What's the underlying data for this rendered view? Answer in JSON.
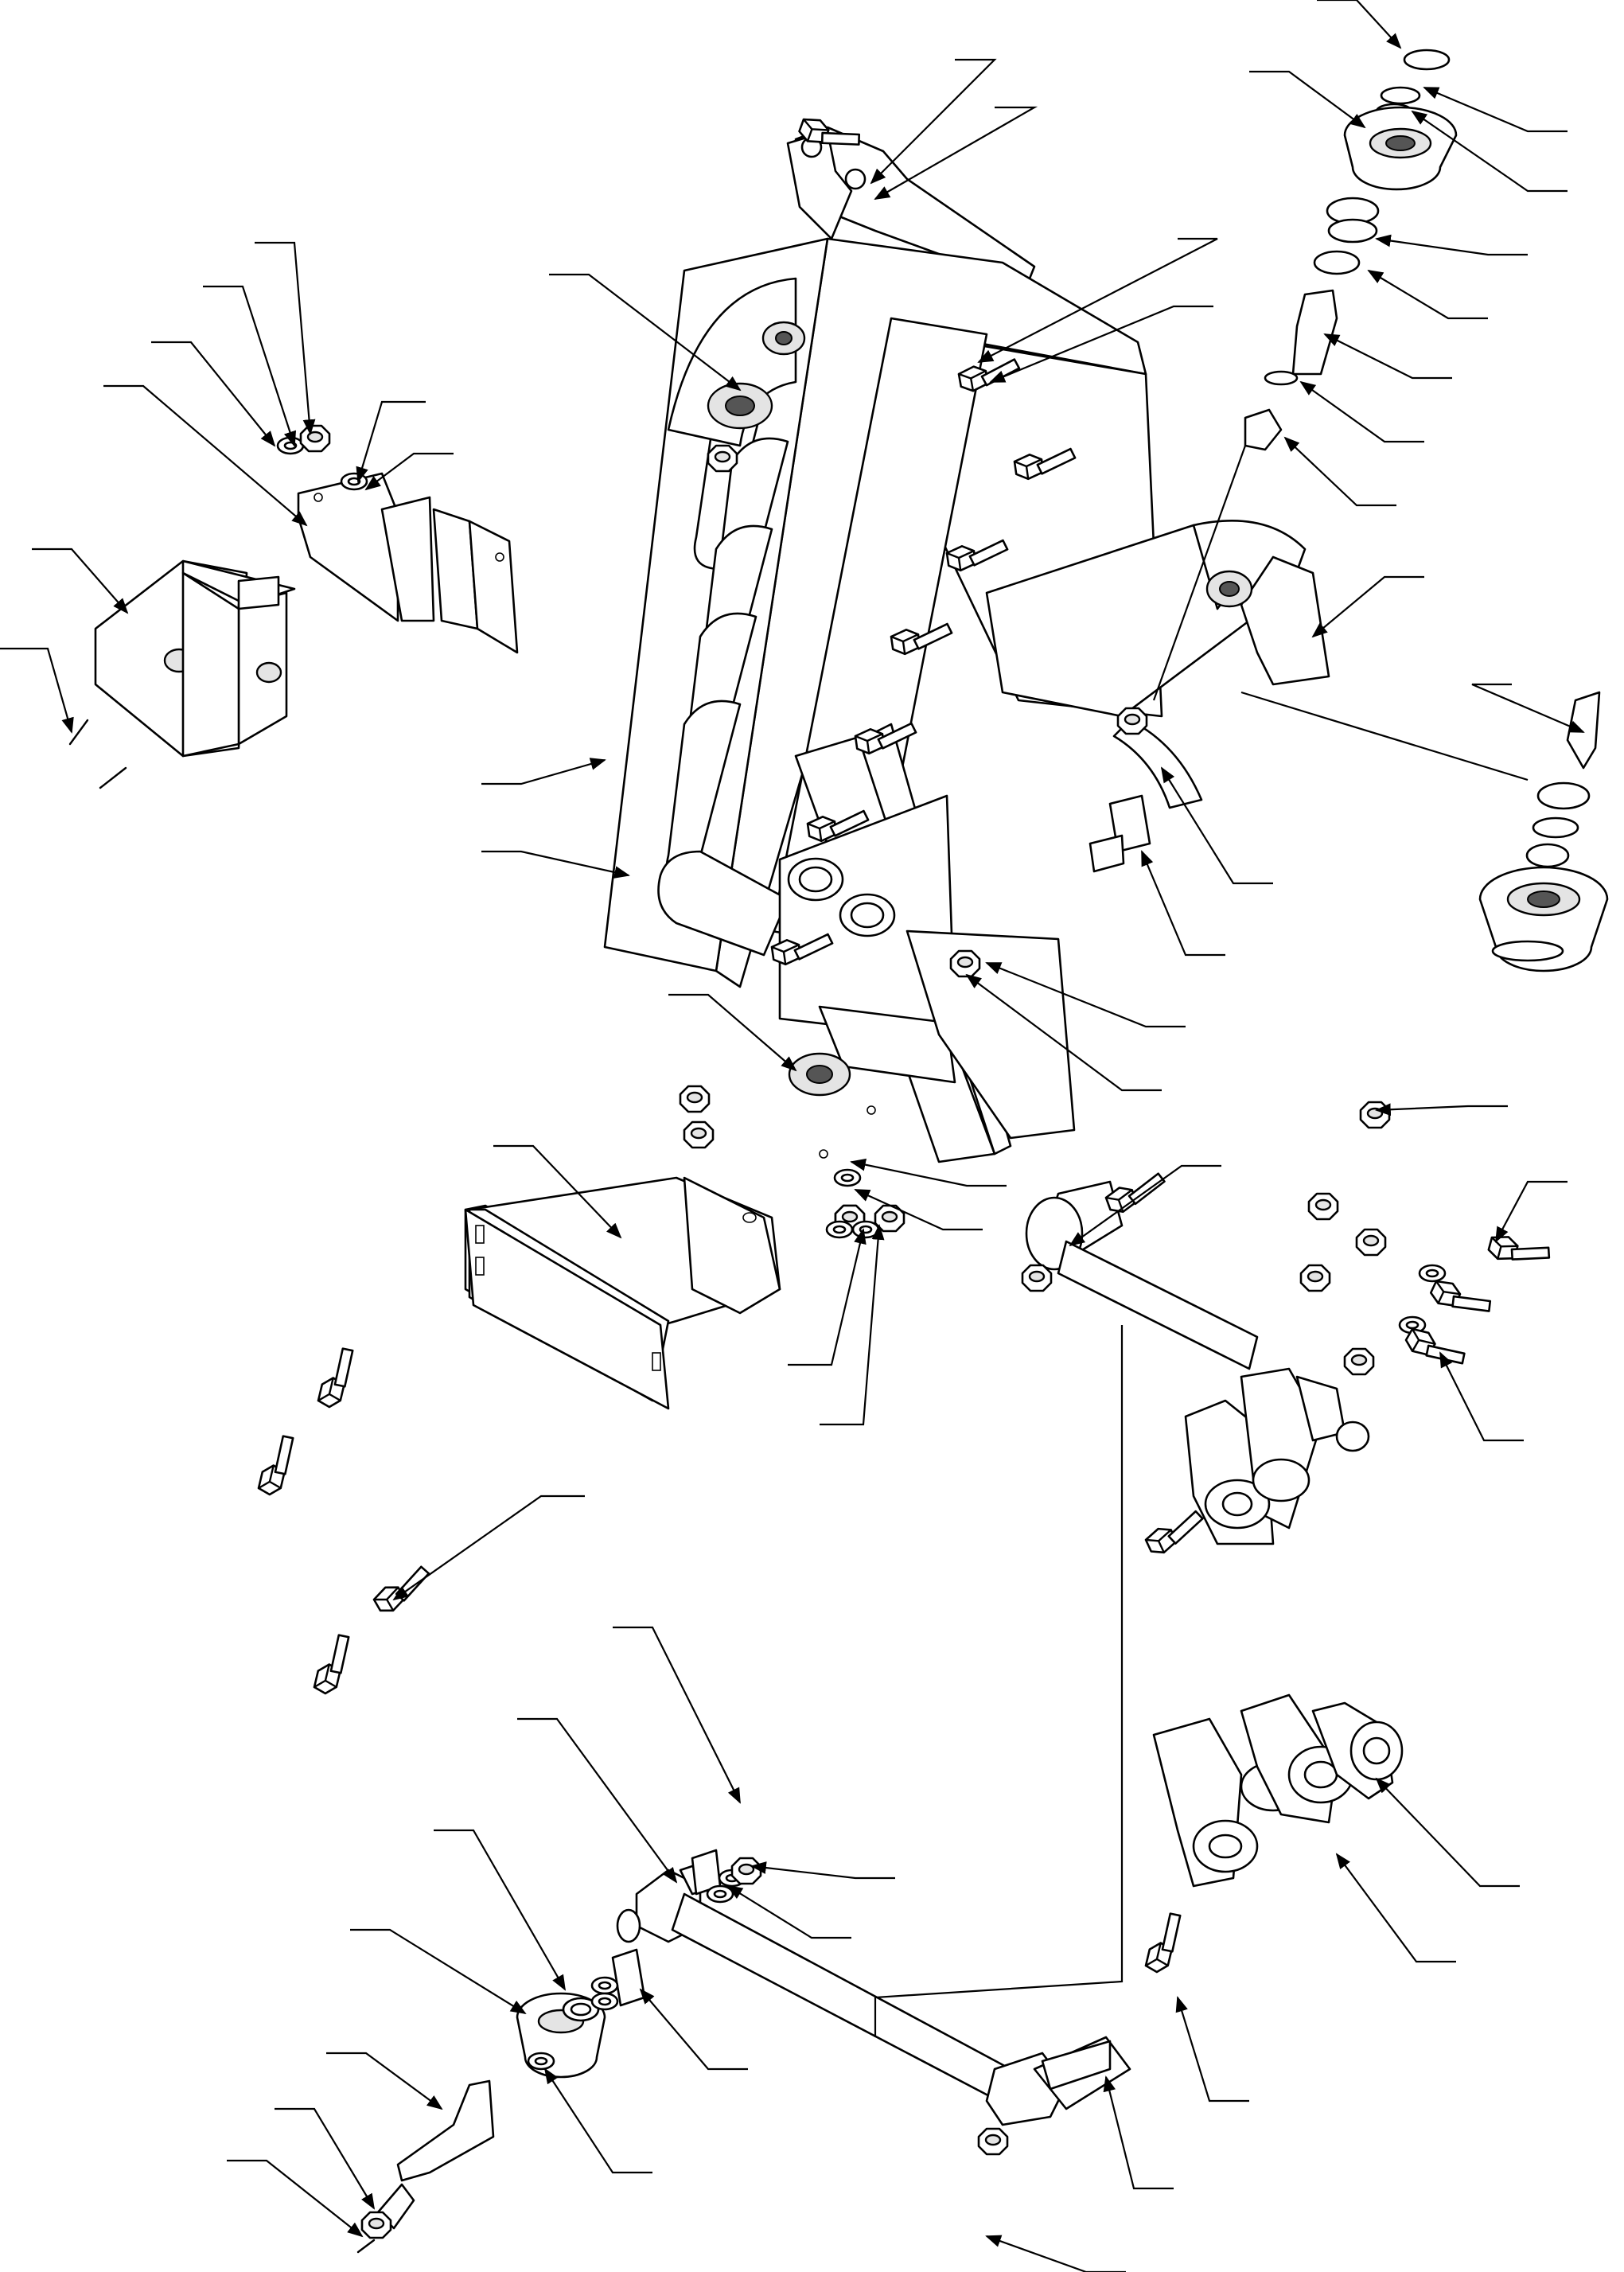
{
  "drawing": {
    "kind": "exploded-assembly",
    "style": "line-art",
    "stroke_color": "#000000",
    "background_color": "#ffffff",
    "callout_count": 44,
    "callouts_labelled": false,
    "parts": [
      "main-frame",
      "roller",
      "cam-bracket",
      "side-bracket",
      "motor",
      "mounting-plate",
      "shaft",
      "bearing",
      "spacer",
      "bushing",
      "hex-bolt",
      "hex-nut",
      "washer",
      "locking-pin",
      "pivot-mount",
      "tie-rod",
      "stud",
      "ring"
    ]
  }
}
